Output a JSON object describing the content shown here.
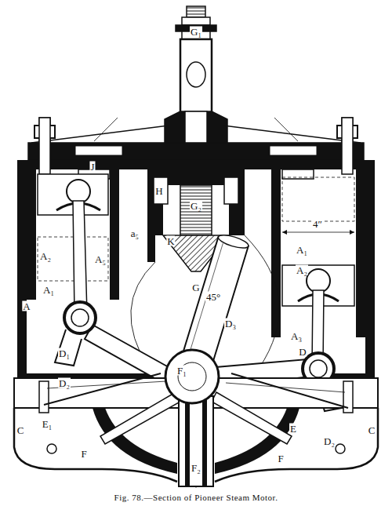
{
  "diagram": {
    "caption": "Fig. 78.—Section of Pioneer Steam Motor.",
    "labels": [
      "G₁",
      "J",
      "H",
      "G₂",
      "A₂",
      "A₅",
      "a₅",
      "K",
      "4″",
      "A₁",
      "A₂",
      "A₁",
      "A",
      "G",
      "45°",
      "D₃",
      "A₃",
      "D₁",
      "D₂",
      "F₁",
      "D",
      "E₁",
      "C",
      "E",
      "C",
      "D₂",
      "F",
      "F",
      "F₂"
    ]
  }
}
